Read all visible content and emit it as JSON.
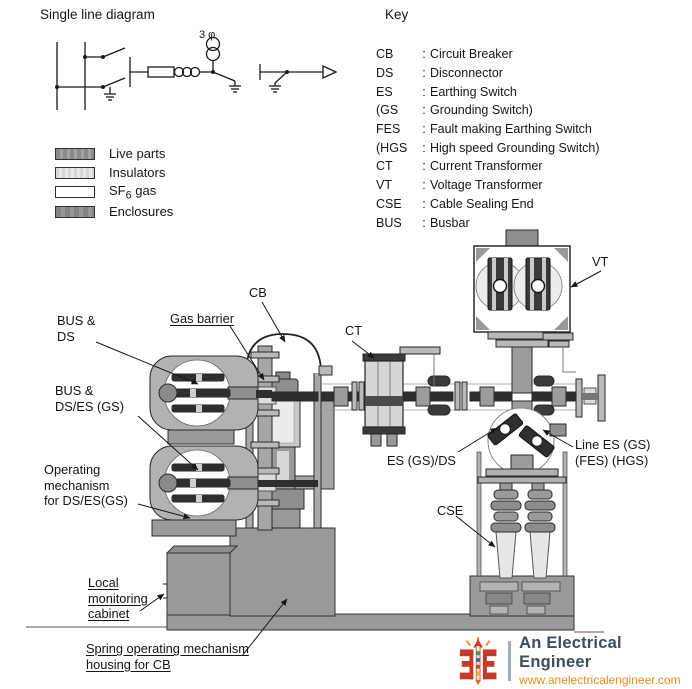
{
  "single_line": {
    "title": "Single line diagram",
    "phase_label": "3 φ"
  },
  "legend": {
    "live_parts": "Live parts",
    "insulators": "Insulators",
    "sf6_pre": "SF",
    "sf6_sub": "6",
    "sf6_post": " gas",
    "enclosures": "Enclosures"
  },
  "key": {
    "title": "Key",
    "colon": ":",
    "entries": [
      {
        "abbr": "CB",
        "desc": "Circuit Breaker"
      },
      {
        "abbr": "DS",
        "desc": "Disconnector"
      },
      {
        "abbr": "ES",
        "desc": "Earthing Switch"
      },
      {
        "abbr": "(GS",
        "desc": "Grounding Switch)"
      },
      {
        "abbr": "FES",
        "desc": "Fault making Earthing Switch"
      },
      {
        "abbr": "(HGS",
        "desc": "High speed Grounding Switch)"
      },
      {
        "abbr": "CT",
        "desc": "Current Transformer"
      },
      {
        "abbr": "VT",
        "desc": "Voltage Transformer"
      },
      {
        "abbr": "CSE",
        "desc": "Cable Sealing End"
      },
      {
        "abbr": "BUS",
        "desc": "Busbar"
      }
    ]
  },
  "labels": {
    "bus_ds": "BUS &\nDS",
    "gas_barrier": "Gas barrier",
    "cb": "CB",
    "ct": "CT",
    "vt": "VT",
    "bus_ds_es": "BUS &\nDS/ES (GS)",
    "op_mech": "Operating\nmechanism\nfor DS/ES(GS)",
    "es_gs_ds": "ES (GS)/DS",
    "line_es": "Line ES (GS)\n(FES) (HGS)",
    "cse": "CSE",
    "local_cabinet": "Local\nmonitoring\ncabinet",
    "spring_mech": "Spring operating mechanism\nhousing for CB"
  },
  "branding": {
    "name": "An Electrical Engineer",
    "url": "www.anelectricalengineer.com",
    "logo_red": "#c53b2b",
    "accent_orange": "#ee8a1c",
    "text_color": "#3d4f5c"
  }
}
